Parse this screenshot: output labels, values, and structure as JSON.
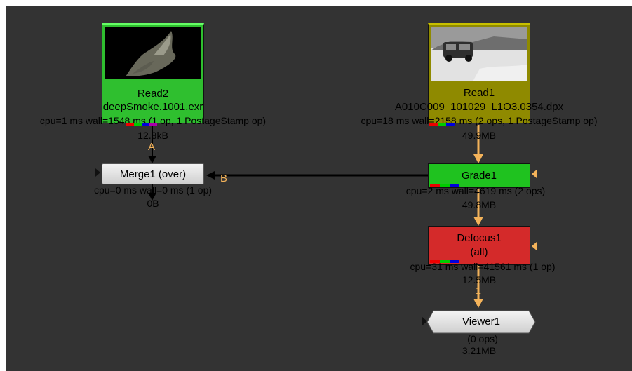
{
  "colors": {
    "background": "#333333",
    "wire_orange": "#f4b35a",
    "wire_black": "#000000",
    "read2_fill": "#2fbf2f",
    "read1_fill": "#8f8a00",
    "grade_fill": "#1fc21f",
    "defocus_fill": "#d42a2a",
    "merge_fill": "#e6e6e6",
    "viewer_fill": "#e6e6e6"
  },
  "nodes": {
    "read2": {
      "name": "Read2",
      "file": "deepSmoke.1001.exr",
      "stats": "cpu=1 ms wall=1548 ms (1 op, 1 PostageStamp op)",
      "memory": "12.8kB"
    },
    "read1": {
      "name": "Read1",
      "file": "A010C009_101029_L1O3.0354.dpx",
      "stats": "cpu=18 ms wall=2158 ms (2 ops, 1 PostageStamp op)",
      "memory": "49.9MB"
    },
    "merge1": {
      "name": "Merge1 (over)",
      "stats": "cpu=0 ms wall=0 ms (1 op)",
      "memory": "0B",
      "input_a": "A",
      "input_b": "B"
    },
    "grade1": {
      "name": "Grade1",
      "stats": "cpu=2 ms wall=4619 ms (2 ops)",
      "memory": "49.8MB"
    },
    "defocus1": {
      "name": "Defocus1",
      "mask": "(all)",
      "stats": "cpu=31 ms wall=41561 ms (1 op)",
      "memory": "12.5MB",
      "input_index": "1"
    },
    "viewer1": {
      "name": "Viewer1",
      "stats": "(0 ops)",
      "memory": "3.21MB"
    }
  }
}
